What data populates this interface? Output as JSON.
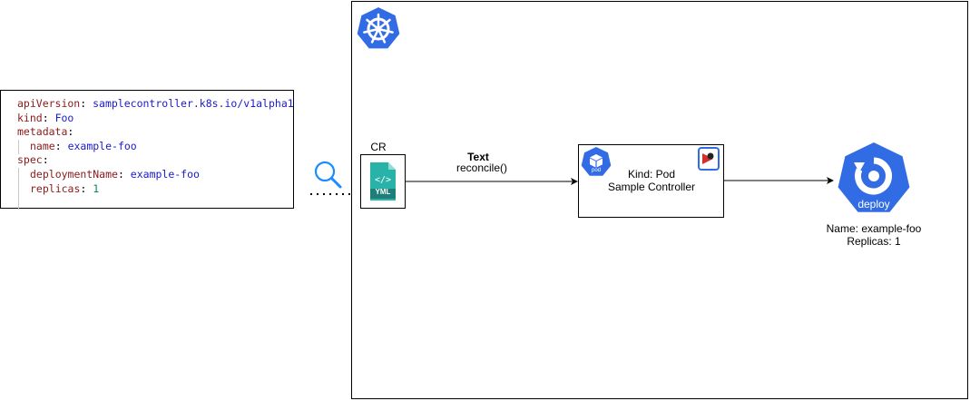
{
  "yaml": {
    "lines": [
      {
        "key": "apiVersion",
        "value": "samplecontroller.k8s.io/v1alpha1",
        "kind": "str",
        "indent": 0
      },
      {
        "key": "kind",
        "value": "Foo",
        "kind": "str",
        "indent": 0
      },
      {
        "key": "metadata",
        "value": "",
        "kind": "str",
        "indent": 0
      },
      {
        "key": "name",
        "value": "example-foo",
        "kind": "str",
        "indent": 1
      },
      {
        "key": "spec",
        "value": "",
        "kind": "str",
        "indent": 0
      },
      {
        "key": "deploymentName",
        "value": "example-foo",
        "kind": "str",
        "indent": 1
      },
      {
        "key": "replicas",
        "value": "1",
        "kind": "num",
        "indent": 1
      }
    ]
  },
  "cr": {
    "label": "CR",
    "icon_text": "YML",
    "icon": "yaml-file-icon"
  },
  "edge": {
    "bold_label": "Text",
    "label": "reconcile()"
  },
  "controller": {
    "line1": "Kind: Pod",
    "line2": "Sample Controller",
    "pod_icon_text": "pod",
    "icon": "pod-icon"
  },
  "deploy": {
    "icon_text": "deploy",
    "name_line": "Name: example-foo",
    "replicas_line": "Replicas: 1",
    "icon": "deployment-icon"
  },
  "icons": {
    "k8s": "kubernetes-helm-icon",
    "search": "search-icon",
    "code": "code-brackets-icon"
  },
  "colors": {
    "k8s_blue": "#326ce5",
    "search_blue": "#1a8cff",
    "key": "#8b1a1a",
    "value": "#1a1acd",
    "number": "#098658"
  }
}
